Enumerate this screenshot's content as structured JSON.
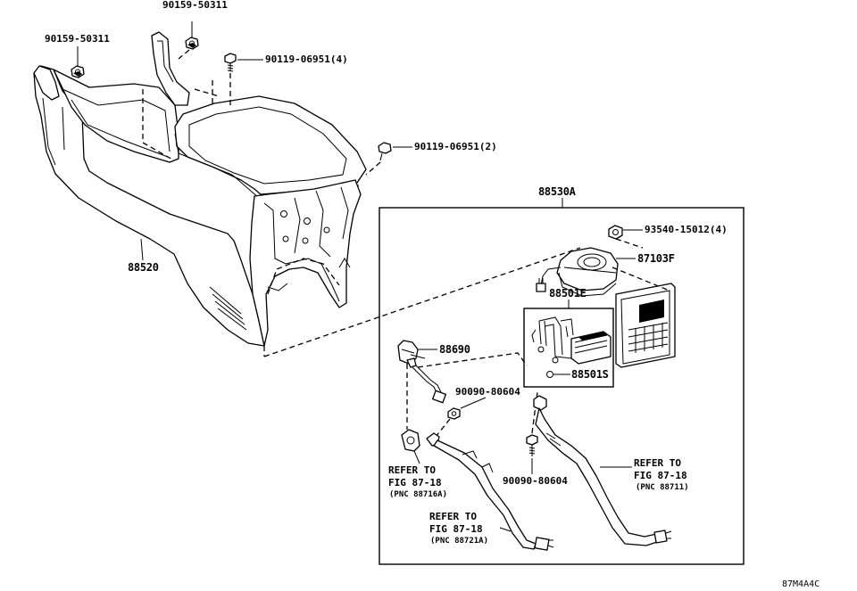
{
  "labels": {
    "p90159_top": "90159-50311",
    "p90159_left": "90159-50311",
    "p90119_4": "90119-06951(4)",
    "p90119_2": "90119-06951(2)",
    "p88520": "88520",
    "p88530A": "88530A",
    "p93540": "93540-15012(4)",
    "p87103F": "87103F",
    "p88501E": "88501E",
    "p88690": "88690",
    "p88501S": "88501S",
    "p90090_a": "90090-80604",
    "p90090_b": "90090-80604"
  },
  "refs": {
    "left": {
      "line1": "REFER TO",
      "line2": "FIG 87-18",
      "pnc": "(PNC 88716A)"
    },
    "middle": {
      "line1": "REFER TO",
      "line2": "FIG 87-18",
      "pnc": "(PNC 88721A)"
    },
    "right": {
      "line1": "REFER TO",
      "line2": "FIG 87-18",
      "pnc": "(PNC 88711)"
    }
  },
  "diagram_code": "87M4A4C"
}
